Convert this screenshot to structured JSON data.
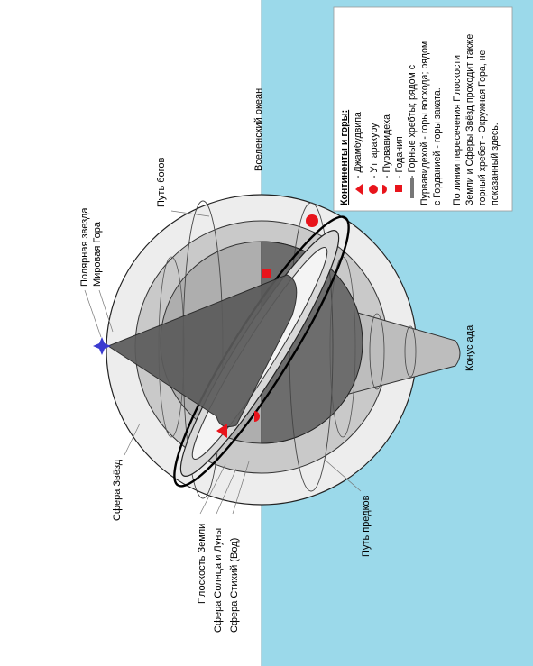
{
  "labels": {
    "polar_star": "Полярная звезда",
    "world_mountain": "Мировая Гора",
    "path_of_gods": "Путь богов",
    "universal_ocean": "Вселенский океан",
    "sphere_of_stars": "Сфера Звёзд",
    "earth_plane": "Плоскость Земли",
    "sun_moon_sphere": "Сфера Солнца и Луны",
    "elements_sphere": "Сфера Стихий (Вод)",
    "path_of_ancestors": "Путь предков",
    "cone_of_hell": "Конус ада"
  },
  "legend": {
    "title": "Континенты и горы:",
    "items": [
      {
        "icon": "triangle-icon",
        "text": "- Джамбудвипа"
      },
      {
        "icon": "circle-icon",
        "text": "- Уттаракуру"
      },
      {
        "icon": "half-circle-icon",
        "text": "- Пурвавидеха"
      },
      {
        "icon": "square-icon",
        "text": "- Годания"
      },
      {
        "icon": "ridge-icon",
        "text": "- Горные хребты; рядом с"
      }
    ],
    "ridge_line2": "Пурвавидехой - горы восхода; рядом",
    "ridge_line3": "с Горданией - горы заката.",
    "note_lines": [
      "По линии пересечения Плоскости",
      "Земли и Сферы Звёзд проходит также",
      "горный хребет - Окружная Гора, не",
      "показанный здесь."
    ]
  },
  "colors": {
    "ocean": "#9bd9ea",
    "marker_red": "#e8141b",
    "star_blue": "#3b3bd0"
  }
}
